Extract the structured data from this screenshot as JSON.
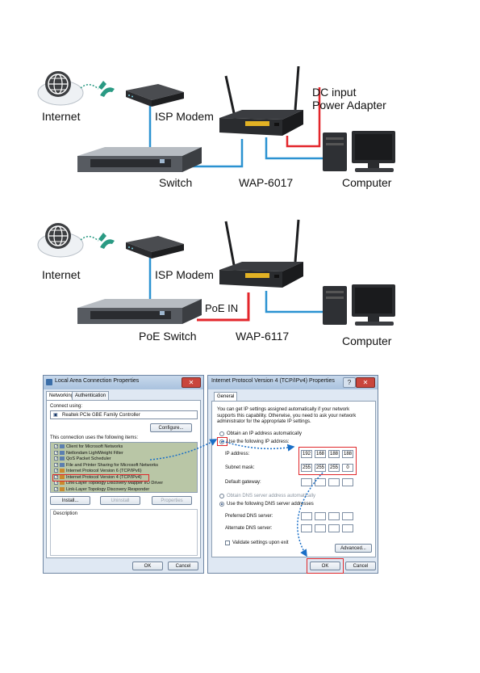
{
  "diagram1": {
    "labels": {
      "internet": "Internet",
      "isp_modem": "ISP Modem",
      "switch": "Switch",
      "ap": "WAP-6017",
      "computer": "Computer",
      "dc_input_1": "DC input",
      "dc_input_2": "Power Adapter"
    }
  },
  "diagram2": {
    "labels": {
      "internet": "Internet",
      "isp_modem": "ISP Modem",
      "switch": "PoE Switch",
      "ap": "WAP-6117",
      "computer": "Computer",
      "poe_in": "PoE IN"
    }
  },
  "dialog_lac": {
    "title": "Local Area Connection Properties",
    "close": "✕",
    "tabs": [
      "Networking",
      "Authentication"
    ],
    "connect_using": "Connect using:",
    "adapter": "Realtek PCIe GBE Family Controller",
    "configure": "Configure...",
    "items_label": "This connection uses the following items:",
    "items": [
      "Client for Microsoft Networks",
      "Netlondam LightWeight Filter",
      "QoS Packet Scheduler",
      "File and Printer Sharing for Microsoft Networks",
      "Internet Protocol Version 6 (TCP/IPv6)",
      "Internet Protocol Version 4 (TCP/IPv4)",
      "Link-Layer Topology Discovery Mapper I/O Driver",
      "Link-Layer Topology Discovery Responder"
    ],
    "install": "Install...",
    "uninstall": "Uninstall",
    "properties": "Properties",
    "description": "Description",
    "ok": "OK",
    "cancel": "Cancel"
  },
  "dialog_ipv4": {
    "title": "Internet Protocol Version 4 (TCP/IPv4) Properties",
    "help": "?",
    "close": "✕",
    "tab": "General",
    "intro_1": "You can get IP settings assigned automatically if your network",
    "intro_2": "supports this capability. Otherwise, you need to ask your network",
    "intro_3": "administrator for the appropriate IP settings.",
    "obtain_auto": "Obtain an IP address automatically",
    "use_following": "Use the following IP address:",
    "ip_label": "IP address:",
    "ip": [
      "192",
      "168",
      "188",
      "188"
    ],
    "mask_label": "Subnet mask:",
    "mask": [
      "255",
      "255",
      "255",
      "0"
    ],
    "gateway_label": "Default gateway:",
    "dns_auto": "Obtain DNS server address automatically",
    "dns_use": "Use the following DNS server addresses",
    "pref_dns": "Preferred DNS server:",
    "alt_dns": "Alternate DNS server:",
    "validate": "Validate settings upon exit",
    "advanced": "Advanced...",
    "ok": "OK",
    "cancel": "Cancel"
  },
  "colors": {
    "red_cable": "#e3262b",
    "blue_cable": "#2b92d1",
    "highlight": "#e0282b",
    "arrow": "#1a6fc7"
  }
}
